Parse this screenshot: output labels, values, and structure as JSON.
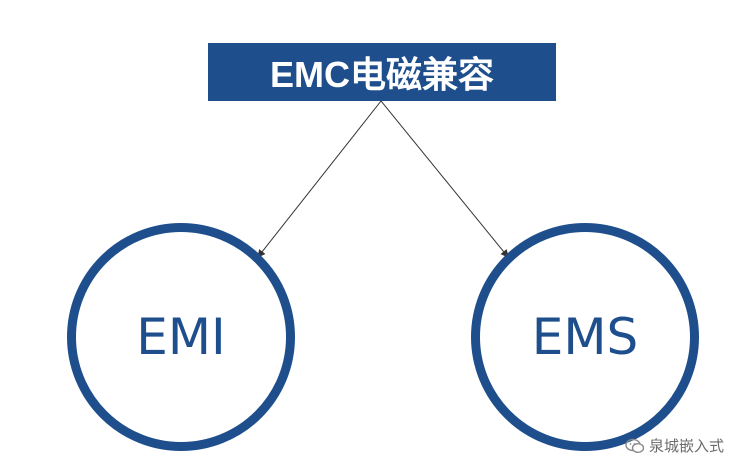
{
  "diagram": {
    "root": {
      "label": "EMC电磁兼容"
    },
    "children": [
      {
        "label": "EMI"
      },
      {
        "label": "EMS"
      }
    ]
  },
  "colors": {
    "primary": "#1e4f8c",
    "arrow": "#333333",
    "watermark": "#6b6b6b"
  },
  "watermark": {
    "icon": "wechat-icon",
    "text": "泉城嵌入式"
  }
}
